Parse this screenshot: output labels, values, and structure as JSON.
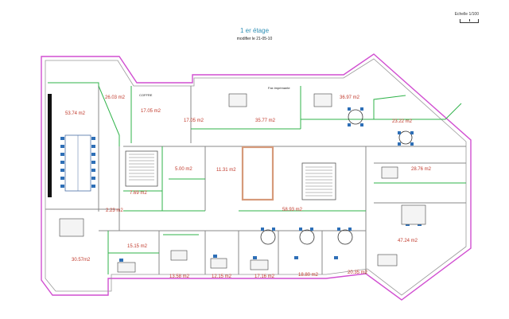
{
  "header": {
    "title": "1 er étage",
    "subtitle": "modifier le 21-05-10",
    "scale": "Echelle 1/100"
  },
  "rooms": [
    {
      "label": "53.74 m2"
    },
    {
      "label": "26.03 m2"
    },
    {
      "label": "17.05 m2"
    },
    {
      "label": "17.05 m2"
    },
    {
      "label": "35.77 m2"
    },
    {
      "label": "36.97 m2"
    },
    {
      "label": "23.22 m2"
    },
    {
      "label": "5.00 m2"
    },
    {
      "label": "11.31 m2"
    },
    {
      "label": "7.69 m2"
    },
    {
      "label": "2.23 m2"
    },
    {
      "label": "28.76 m2"
    },
    {
      "label": "58.93 m2"
    },
    {
      "label": "47.24 m2"
    },
    {
      "label": "30.57m2"
    },
    {
      "label": "15.15 m2"
    },
    {
      "label": "13.58 m2"
    },
    {
      "label": "12.15 m2"
    },
    {
      "label": "17.16 m2"
    },
    {
      "label": "18.80 m2"
    },
    {
      "label": "20.35 m2"
    }
  ],
  "labels": {
    "printer": "Fax imprimante",
    "coffre": "COFFRE"
  },
  "colors": {
    "wall": "#888888",
    "facade": "#d14fd1",
    "partition": "#2fb34a",
    "core": "#d69a7a",
    "area_text": "#c0392b",
    "chair": "#2e6fb7",
    "table": "#4a6fa5"
  }
}
